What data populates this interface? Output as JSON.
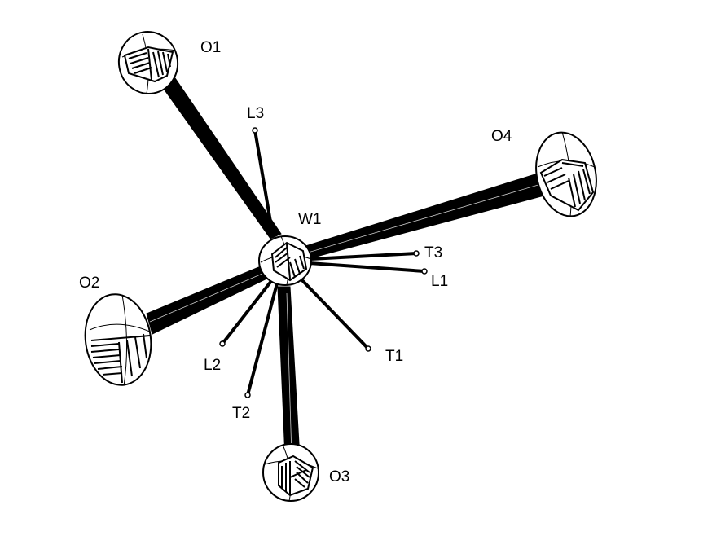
{
  "atoms": {
    "center": "W1",
    "oxygens": [
      "O1",
      "O2",
      "O3",
      "O4"
    ],
    "axes": [
      "L1",
      "L2",
      "L3",
      "T1",
      "T2",
      "T3"
    ]
  },
  "colors": {
    "ink": "#000000",
    "background": "#ffffff"
  }
}
